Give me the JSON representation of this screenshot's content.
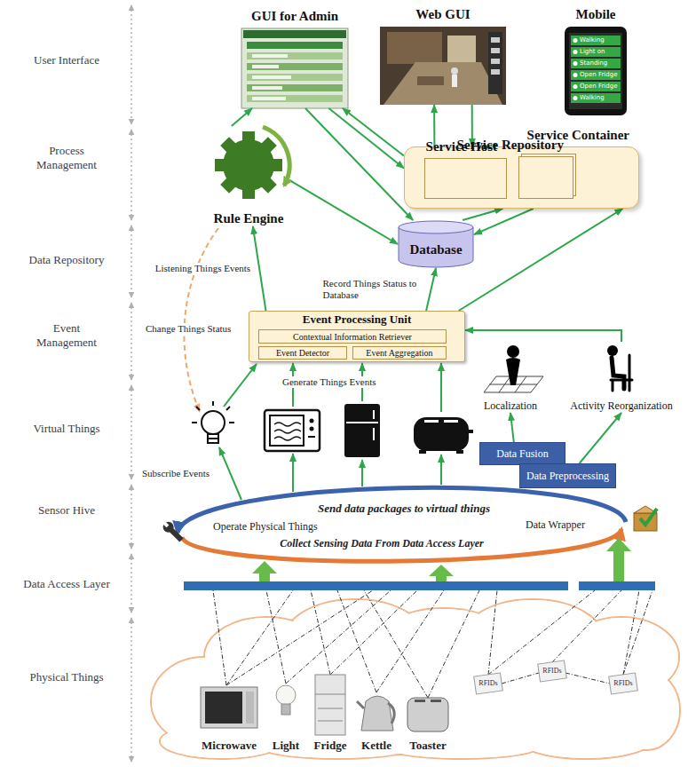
{
  "diagram": {
    "nodes": [
      {
        "text": [
          "GUI for Admin"
        ]
      },
      {
        "text": [
          "Web GUI"
        ]
      },
      {
        "text": [
          "Mobile"
        ]
      },
      {
        "text": [
          "Service Container"
        ]
      },
      {
        "text": [
          "Service Host"
        ],
        "in": 3
      },
      {
        "text": [
          "Service Repository"
        ],
        "in": 3
      },
      {
        "text": [
          "Rule Engine"
        ]
      },
      {
        "text": [
          "Database"
        ]
      },
      {
        "text": [
          "Event Processing Unit"
        ]
      },
      {
        "text": [
          "Contextual Information Retriever"
        ],
        "in": 8
      },
      {
        "text": [
          "Event Detector"
        ],
        "in": 8
      },
      {
        "text": [
          "Event Aggregation"
        ],
        "in": 8
      },
      {
        "text": [
          "Localization"
        ]
      },
      {
        "text": [
          "Activity Reorganization"
        ]
      },
      {
        "text": [
          "Data Fusion"
        ]
      },
      {
        "text": [
          "Data Preprocessing"
        ]
      }
    ],
    "edges": [
      {
        "from": 6,
        "to": 0,
        "arrow": "to"
      },
      {
        "from": 0,
        "to": 3,
        "arrow": "to"
      },
      {
        "from": 3,
        "to": 0,
        "arrow": "to"
      },
      {
        "from": 0,
        "to": 7,
        "arrow": "to"
      },
      {
        "from": 3,
        "to": 1,
        "arrow": "to"
      },
      {
        "from": 1,
        "to": 3,
        "arrow": "to"
      },
      {
        "from": 6,
        "to": 7,
        "arrow": "to"
      },
      {
        "from": 7,
        "to": 3,
        "arrow": "to"
      },
      {
        "from": 3,
        "to": 7,
        "arrow": "to"
      },
      {
        "from": 8,
        "to": 6,
        "arrow": "to",
        "label": "Listening Things Events"
      },
      {
        "from": 8,
        "to": 7,
        "arrow": "to",
        "label": "Record Things Status to Database"
      },
      {
        "from": 8,
        "to": 3,
        "arrow": "to"
      },
      {
        "from": 13,
        "to": 8,
        "arrow": "to"
      },
      {
        "from": 14,
        "to": 12,
        "arrow": "to"
      },
      {
        "from": 15,
        "to": 13,
        "arrow": "to"
      }
    ],
    "labels": [
      "User Interface",
      "Process Management",
      "Data Repository",
      "Event Management",
      "Virtual Things",
      "Sensor Hive",
      "Data Access Layer",
      "Physical Things",
      "Change Things Status",
      "Generate Things Events",
      "Subscribe Events",
      "Send data packages to virtual things",
      "Operate Physical Things",
      "Data Wrapper",
      "Collect Sensing Data From Data Access Layer",
      "Microwave",
      "Light",
      "Fridge",
      "Kettle",
      "Toaster",
      "RFIDs",
      "RFIDs",
      "RFIDs",
      "Walking",
      "Light on",
      "Standing",
      "Open Fridge",
      "Open Fridge",
      "Walking"
    ]
  }
}
